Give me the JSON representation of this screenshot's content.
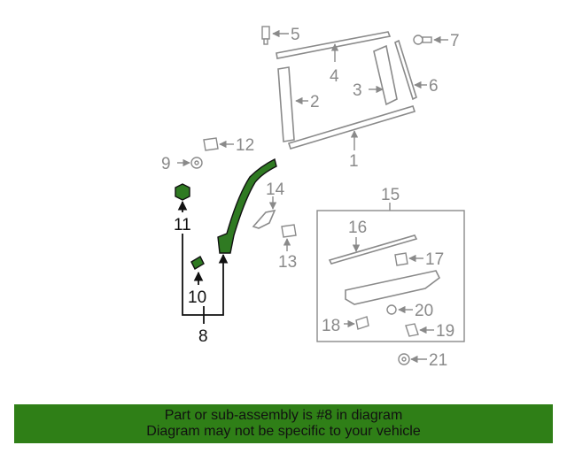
{
  "callouts": {
    "c1": "1",
    "c2": "2",
    "c3": "3",
    "c4": "4",
    "c5": "5",
    "c6": "6",
    "c7": "7",
    "c8": "8",
    "c9": "9",
    "c10": "10",
    "c11": "11",
    "c12": "12",
    "c13": "13",
    "c14": "14",
    "c15": "15",
    "c16": "16",
    "c17": "17",
    "c18": "18",
    "c19": "19",
    "c20": "20",
    "c21": "21"
  },
  "banner": {
    "line1": "Part or sub-assembly is #8 in diagram",
    "line2": "Diagram may not be specific to your vehicle"
  },
  "colors": {
    "highlight_part": "#2f7a22",
    "banner_background": "#2f7f17",
    "part_lines": "#8a8a8a"
  }
}
